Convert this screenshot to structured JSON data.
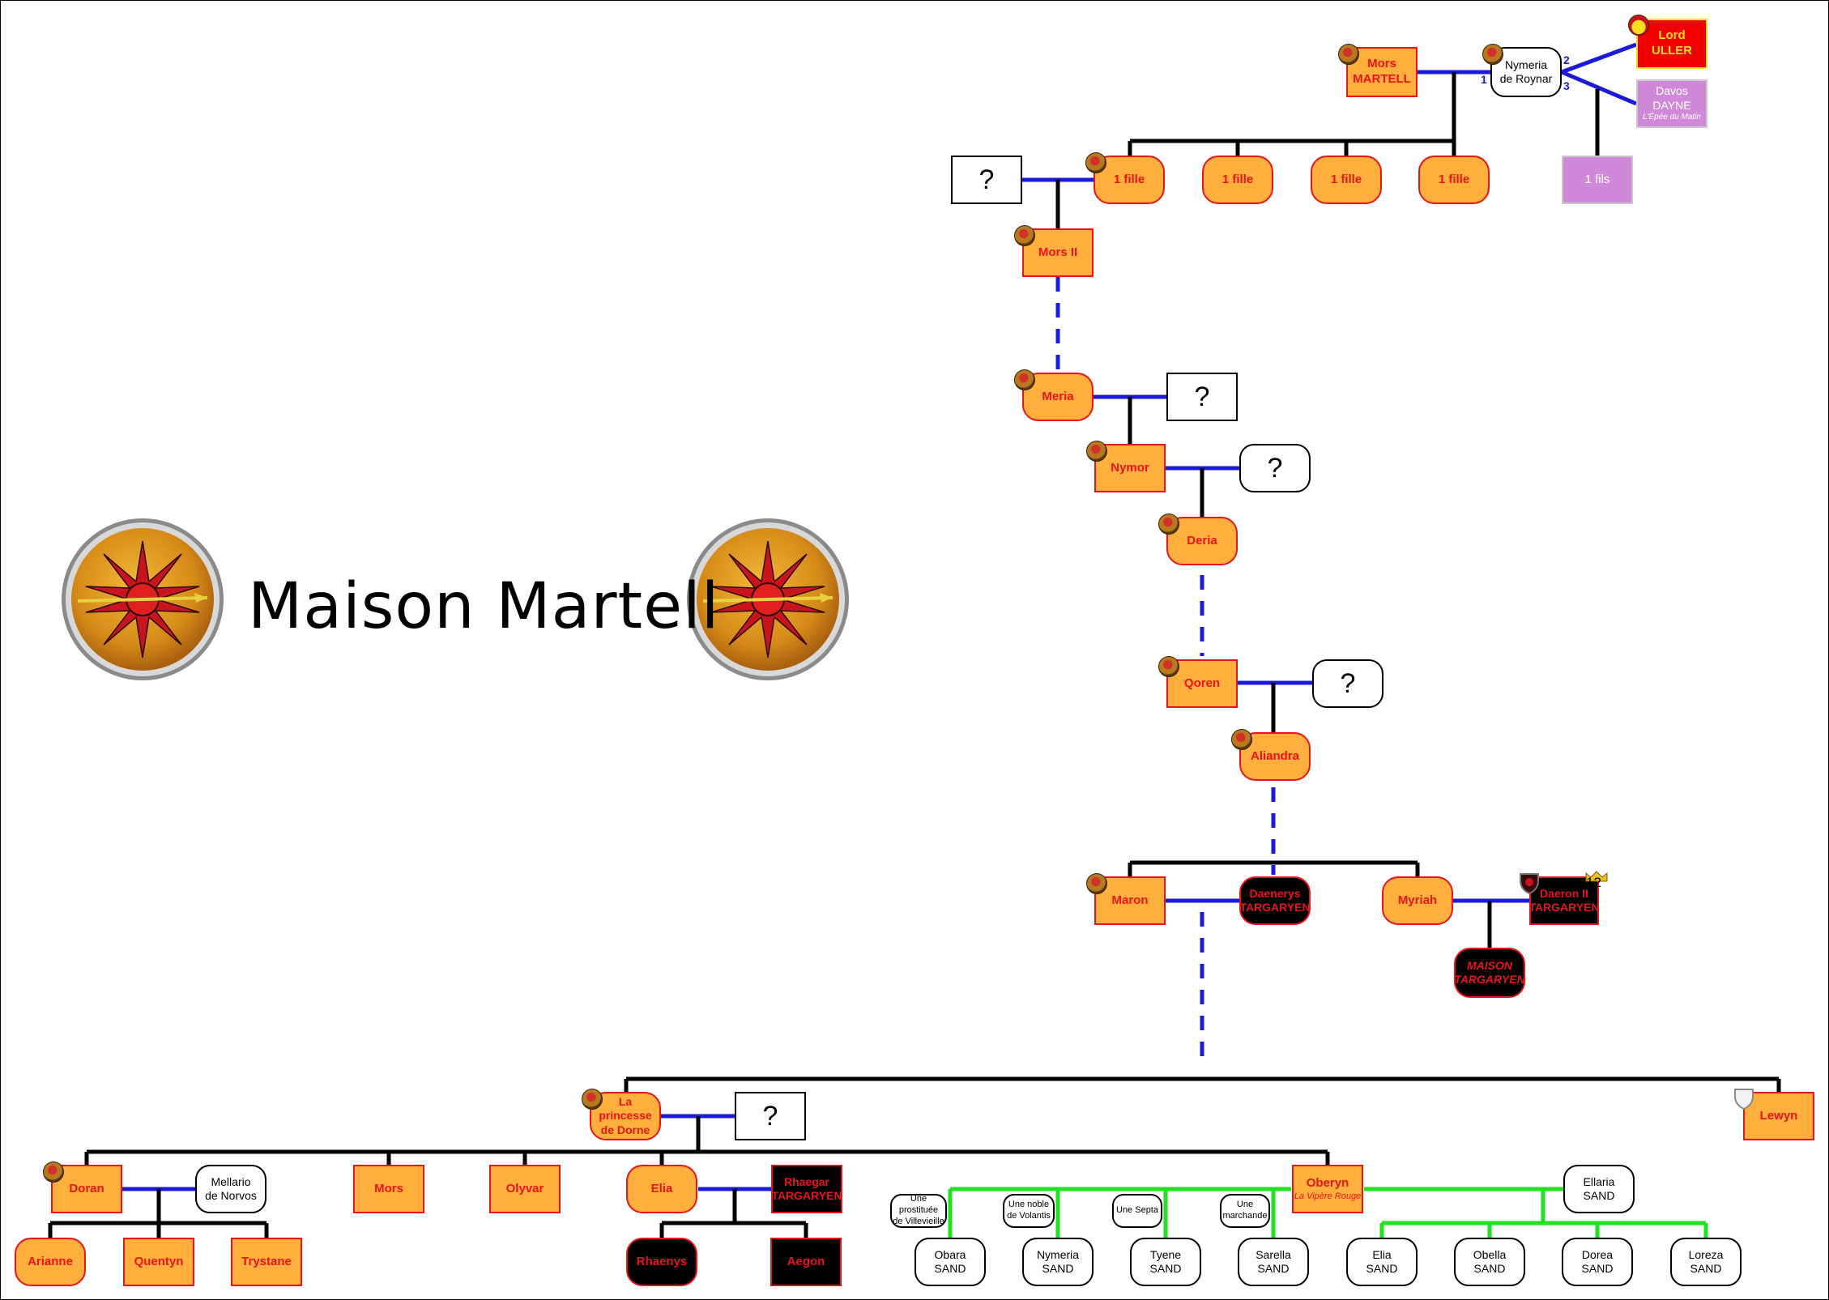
{
  "title": "Maison Martell",
  "colors": {
    "martell_fill": "#ffaf3e",
    "martell_border": "#e8141a",
    "targaryen_fill": "#000000",
    "sand_line": "#22e022",
    "marriage_line": "#1a1ad8",
    "descent_line": "#000000"
  },
  "nodes": {
    "mors_martell": [
      "Mors",
      "MARTELL"
    ],
    "nymeria": [
      "Nymeria",
      "de Roynar"
    ],
    "lord_uller": [
      "Lord",
      "ULLER"
    ],
    "davos_dayne": [
      "Davos",
      "DAYNE"
    ],
    "davos_dayne_title": "L'Épée du Matin",
    "un_fils": "1 fils",
    "fille_1": "1 fille",
    "fille_2": "1 fille",
    "fille_3": "1 fille",
    "fille_4": "1 fille",
    "unknown_1": "?",
    "mors_ii": "Mors II",
    "meria": "Meria",
    "unknown_2": "?",
    "nymor": "Nymor",
    "unknown_3": "?",
    "deria": "Deria",
    "qoren": "Qoren",
    "unknown_4": "?",
    "aliandra": "Aliandra",
    "maron": "Maron",
    "daenerys": [
      "Daenerys",
      "TARGARYEN"
    ],
    "myriah": "Myriah",
    "daeron_ii": [
      "Daeron II",
      "TARGARYEN"
    ],
    "maison_targaryen": [
      "MAISON",
      "TARGARYEN"
    ],
    "princesse": [
      "La princesse",
      "de Dorne"
    ],
    "unknown_5": "?",
    "lewyn": "Lewyn",
    "doran": "Doran",
    "mellario": [
      "Mellario",
      "de Norvos"
    ],
    "mors": "Mors",
    "olyvar": "Olyvar",
    "elia": "Elia",
    "rhaegar": [
      "Rhaegar",
      "TARGARYEN"
    ],
    "oberyn": "Oberyn",
    "oberyn_title": "La Vipère Rouge",
    "ellaria": [
      "Ellaria",
      "SAND"
    ],
    "arianne": "Arianne",
    "quentyn": "Quentyn",
    "trystane": "Trystane",
    "rhaenys": "Rhaenys",
    "aegon": "Aegon",
    "prostituee": [
      "Une prostituée",
      "de Villevieille"
    ],
    "noble": [
      "Une noble",
      "de Volantis"
    ],
    "septa": "Une Septa",
    "marchande": [
      "Une",
      "marchande"
    ],
    "obara": [
      "Obara",
      "SAND"
    ],
    "nymeria_sand": [
      "Nymeria",
      "SAND"
    ],
    "tyene": [
      "Tyene",
      "SAND"
    ],
    "sarella": [
      "Sarella",
      "SAND"
    ],
    "elia_sand": [
      "Elia",
      "SAND"
    ],
    "obella": [
      "Obella",
      "SAND"
    ],
    "dorea": [
      "Dorea",
      "SAND"
    ],
    "loreza": [
      "Loreza",
      "SAND"
    ]
  },
  "marriage_numbers": [
    "1",
    "2",
    "3"
  ],
  "crown_number": "12",
  "icons": {
    "house_badge": "martell-sun-badge-icon",
    "kingsguard": "white-shield-icon",
    "targaryen": "targaryen-shield-icon",
    "crown": "crown-icon",
    "sigil": "martell-sun-spear-sigil"
  }
}
